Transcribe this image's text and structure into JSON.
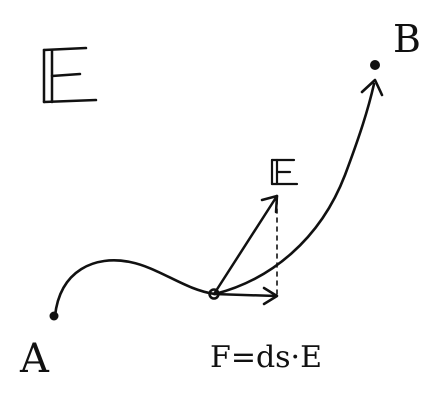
{
  "labels": {
    "field_title": "E",
    "start_point": "A",
    "end_point": "B",
    "vector_e": "E",
    "equation": "F=ds·E"
  },
  "colors": {
    "ink": "#111111",
    "background": "#ffffff"
  }
}
